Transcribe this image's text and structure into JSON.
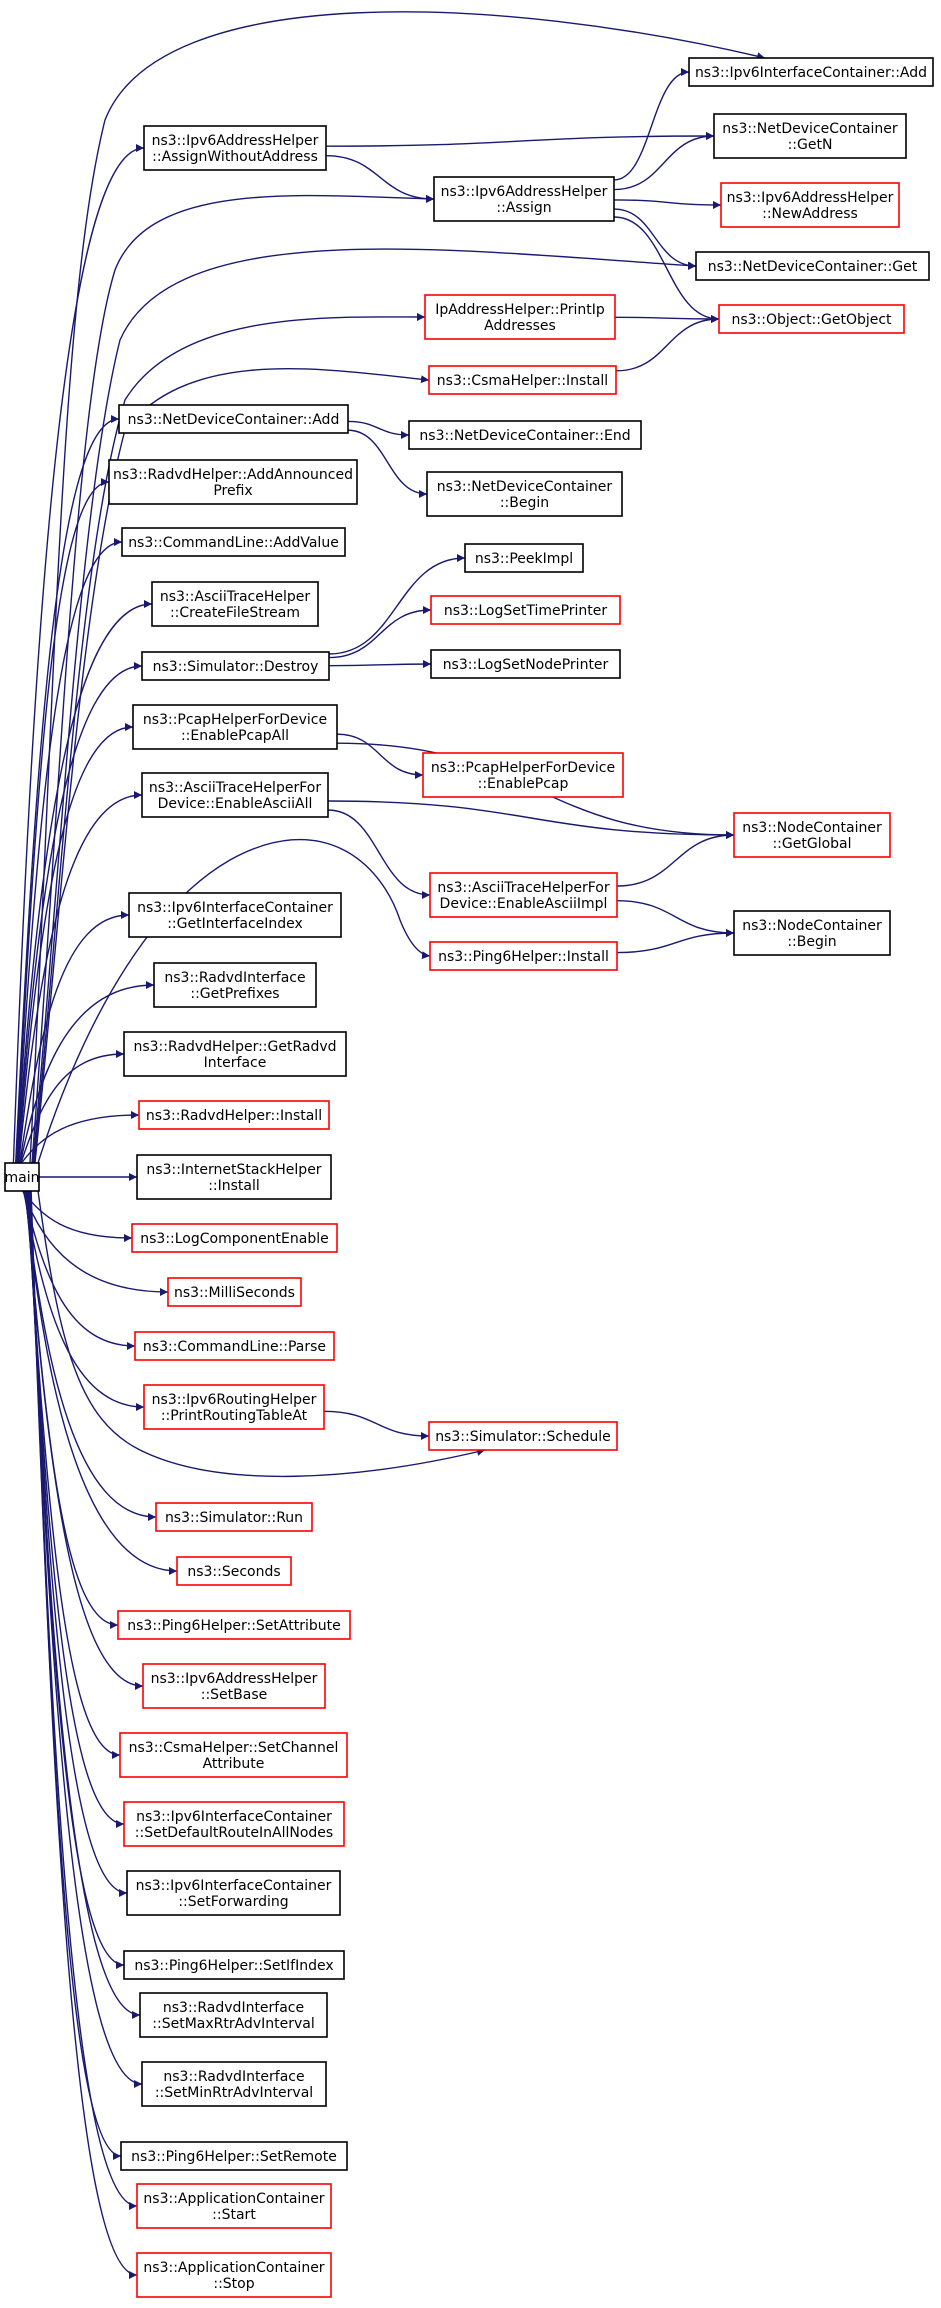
{
  "colors": {
    "edge": "#191970",
    "documented_border": "#000000",
    "undocumented_border": "#ff0000",
    "root_fill": "#bfbfbf"
  },
  "nodes": [
    {
      "id": "main",
      "lines": [
        "main"
      ],
      "kind": "root"
    },
    {
      "id": "ipv6ic_add",
      "lines": [
        "ns3::Ipv6InterfaceContainer::Add"
      ],
      "kind": "black"
    },
    {
      "id": "ipv6ah_assignwo",
      "lines": [
        "ns3::Ipv6AddressHelper",
        "::AssignWithoutAddress"
      ],
      "kind": "black"
    },
    {
      "id": "ndc_getn",
      "lines": [
        "ns3::NetDeviceContainer",
        "::GetN"
      ],
      "kind": "black"
    },
    {
      "id": "ipv6ah_assign",
      "lines": [
        "ns3::Ipv6AddressHelper",
        "::Assign"
      ],
      "kind": "black"
    },
    {
      "id": "ipv6ah_newaddr",
      "lines": [
        "ns3::Ipv6AddressHelper",
        "::NewAddress"
      ],
      "kind": "red"
    },
    {
      "id": "ndc_get",
      "lines": [
        "ns3::NetDeviceContainer::Get"
      ],
      "kind": "black"
    },
    {
      "id": "iah_printip",
      "lines": [
        "IpAddressHelper::PrintIp",
        "Addresses"
      ],
      "kind": "red"
    },
    {
      "id": "obj_getobject",
      "lines": [
        "ns3::Object::GetObject"
      ],
      "kind": "red"
    },
    {
      "id": "csma_install",
      "lines": [
        "ns3::CsmaHelper::Install"
      ],
      "kind": "red"
    },
    {
      "id": "ndc_add",
      "lines": [
        "ns3::NetDeviceContainer::Add"
      ],
      "kind": "black"
    },
    {
      "id": "ndc_end",
      "lines": [
        "ns3::NetDeviceContainer::End"
      ],
      "kind": "black"
    },
    {
      "id": "ndc_begin",
      "lines": [
        "ns3::NetDeviceContainer",
        "::Begin"
      ],
      "kind": "black"
    },
    {
      "id": "radvd_addprefix",
      "lines": [
        "ns3::RadvdHelper::AddAnnounced",
        "Prefix"
      ],
      "kind": "black"
    },
    {
      "id": "cmd_addvalue",
      "lines": [
        "ns3::CommandLine::AddValue"
      ],
      "kind": "black"
    },
    {
      "id": "peekimpl",
      "lines": [
        "ns3::PeekImpl"
      ],
      "kind": "black"
    },
    {
      "id": "ath_createfile",
      "lines": [
        "ns3::AsciiTraceHelper",
        "::CreateFileStream"
      ],
      "kind": "black"
    },
    {
      "id": "logsettime",
      "lines": [
        "ns3::LogSetTimePrinter"
      ],
      "kind": "red"
    },
    {
      "id": "sim_destroy",
      "lines": [
        "ns3::Simulator::Destroy"
      ],
      "kind": "black"
    },
    {
      "id": "logsetnode",
      "lines": [
        "ns3::LogSetNodePrinter"
      ],
      "kind": "black"
    },
    {
      "id": "pcap_enableall",
      "lines": [
        "ns3::PcapHelperForDevice",
        "::EnablePcapAll"
      ],
      "kind": "black"
    },
    {
      "id": "pcap_enable",
      "lines": [
        "ns3::PcapHelperForDevice",
        "::EnablePcap"
      ],
      "kind": "red"
    },
    {
      "id": "ascii_enableall",
      "lines": [
        "ns3::AsciiTraceHelperFor",
        "Device::EnableAsciiAll"
      ],
      "kind": "black"
    },
    {
      "id": "nc_getglobal",
      "lines": [
        "ns3::NodeContainer",
        "::GetGlobal"
      ],
      "kind": "red"
    },
    {
      "id": "ascii_enableimpl",
      "lines": [
        "ns3::AsciiTraceHelperFor",
        "Device::EnableAsciiImpl"
      ],
      "kind": "red"
    },
    {
      "id": "ipv6ic_getidx",
      "lines": [
        "ns3::Ipv6InterfaceContainer",
        "::GetInterfaceIndex"
      ],
      "kind": "black"
    },
    {
      "id": "nc_begin",
      "lines": [
        "ns3::NodeContainer",
        "::Begin"
      ],
      "kind": "black"
    },
    {
      "id": "ping6_install",
      "lines": [
        "ns3::Ping6Helper::Install"
      ],
      "kind": "red"
    },
    {
      "id": "radvdi_getprefixes",
      "lines": [
        "ns3::RadvdInterface",
        "::GetPrefixes"
      ],
      "kind": "black"
    },
    {
      "id": "radvd_getif",
      "lines": [
        "ns3::RadvdHelper::GetRadvd",
        "Interface"
      ],
      "kind": "black"
    },
    {
      "id": "radvd_install",
      "lines": [
        "ns3::RadvdHelper::Install"
      ],
      "kind": "red"
    },
    {
      "id": "ish_install",
      "lines": [
        "ns3::InternetStackHelper",
        "::Install"
      ],
      "kind": "black"
    },
    {
      "id": "logcomp",
      "lines": [
        "ns3::LogComponentEnable"
      ],
      "kind": "red"
    },
    {
      "id": "millis",
      "lines": [
        "ns3::MilliSeconds"
      ],
      "kind": "red"
    },
    {
      "id": "cmd_parse",
      "lines": [
        "ns3::CommandLine::Parse"
      ],
      "kind": "red"
    },
    {
      "id": "ipv6rh_print",
      "lines": [
        "ns3::Ipv6RoutingHelper",
        "::PrintRoutingTableAt"
      ],
      "kind": "red"
    },
    {
      "id": "sim_schedule",
      "lines": [
        "ns3::Simulator::Schedule"
      ],
      "kind": "red"
    },
    {
      "id": "sim_run",
      "lines": [
        "ns3::Simulator::Run"
      ],
      "kind": "red"
    },
    {
      "id": "seconds",
      "lines": [
        "ns3::Seconds"
      ],
      "kind": "red"
    },
    {
      "id": "ping6_setattr",
      "lines": [
        "ns3::Ping6Helper::SetAttribute"
      ],
      "kind": "red"
    },
    {
      "id": "ipv6ah_setbase",
      "lines": [
        "ns3::Ipv6AddressHelper",
        "::SetBase"
      ],
      "kind": "red"
    },
    {
      "id": "csma_setchannel",
      "lines": [
        "ns3::CsmaHelper::SetChannel",
        "Attribute"
      ],
      "kind": "red"
    },
    {
      "id": "ipv6ic_setdefault",
      "lines": [
        "ns3::Ipv6InterfaceContainer",
        "::SetDefaultRouteInAllNodes"
      ],
      "kind": "red"
    },
    {
      "id": "ipv6ic_setfwd",
      "lines": [
        "ns3::Ipv6InterfaceContainer",
        "::SetForwarding"
      ],
      "kind": "black"
    },
    {
      "id": "ping6_setif",
      "lines": [
        "ns3::Ping6Helper::SetIfIndex"
      ],
      "kind": "black"
    },
    {
      "id": "radvdi_setmax",
      "lines": [
        "ns3::RadvdInterface",
        "::SetMaxRtrAdvInterval"
      ],
      "kind": "black"
    },
    {
      "id": "radvdi_setmin",
      "lines": [
        "ns3::RadvdInterface",
        "::SetMinRtrAdvInterval"
      ],
      "kind": "black"
    },
    {
      "id": "ping6_setremote",
      "lines": [
        "ns3::Ping6Helper::SetRemote"
      ],
      "kind": "black"
    },
    {
      "id": "ac_start",
      "lines": [
        "ns3::ApplicationContainer",
        "::Start"
      ],
      "kind": "red"
    },
    {
      "id": "ac_stop",
      "lines": [
        "ns3::ApplicationContainer",
        "::Stop"
      ],
      "kind": "red"
    }
  ],
  "edges": [
    [
      "main",
      "ipv6ic_add"
    ],
    [
      "main",
      "ipv6ah_assignwo"
    ],
    [
      "main",
      "ipv6ah_assign"
    ],
    [
      "main",
      "ndc_get"
    ],
    [
      "main",
      "iah_printip"
    ],
    [
      "main",
      "csma_install"
    ],
    [
      "main",
      "ndc_add"
    ],
    [
      "main",
      "radvd_addprefix"
    ],
    [
      "main",
      "cmd_addvalue"
    ],
    [
      "main",
      "ath_createfile"
    ],
    [
      "main",
      "sim_destroy"
    ],
    [
      "main",
      "pcap_enableall"
    ],
    [
      "main",
      "ascii_enableall"
    ],
    [
      "main",
      "ping6_install"
    ],
    [
      "main",
      "ipv6ic_getidx"
    ],
    [
      "main",
      "radvdi_getprefixes"
    ],
    [
      "main",
      "radvd_getif"
    ],
    [
      "main",
      "radvd_install"
    ],
    [
      "main",
      "ish_install"
    ],
    [
      "main",
      "logcomp"
    ],
    [
      "main",
      "millis"
    ],
    [
      "main",
      "cmd_parse"
    ],
    [
      "main",
      "ipv6rh_print"
    ],
    [
      "main",
      "sim_schedule"
    ],
    [
      "main",
      "sim_run"
    ],
    [
      "main",
      "seconds"
    ],
    [
      "main",
      "ping6_setattr"
    ],
    [
      "main",
      "ipv6ah_setbase"
    ],
    [
      "main",
      "csma_setchannel"
    ],
    [
      "main",
      "ipv6ic_setdefault"
    ],
    [
      "main",
      "ipv6ic_setfwd"
    ],
    [
      "main",
      "ping6_setif"
    ],
    [
      "main",
      "radvdi_setmax"
    ],
    [
      "main",
      "radvdi_setmin"
    ],
    [
      "main",
      "ping6_setremote"
    ],
    [
      "main",
      "ac_start"
    ],
    [
      "main",
      "ac_stop"
    ],
    [
      "ipv6ah_assignwo",
      "ndc_getn"
    ],
    [
      "ipv6ah_assignwo",
      "ipv6ah_assign"
    ],
    [
      "ipv6ah_assign",
      "ipv6ic_add"
    ],
    [
      "ipv6ah_assign",
      "ndc_getn"
    ],
    [
      "ipv6ah_assign",
      "ipv6ah_newaddr"
    ],
    [
      "ipv6ah_assign",
      "ndc_get"
    ],
    [
      "ipv6ah_assign",
      "obj_getobject"
    ],
    [
      "iah_printip",
      "obj_getobject"
    ],
    [
      "csma_install",
      "obj_getobject"
    ],
    [
      "ndc_add",
      "ndc_end"
    ],
    [
      "ndc_add",
      "ndc_begin"
    ],
    [
      "sim_destroy",
      "peekimpl"
    ],
    [
      "sim_destroy",
      "logsettime"
    ],
    [
      "sim_destroy",
      "logsetnode"
    ],
    [
      "pcap_enableall",
      "pcap_enable"
    ],
    [
      "pcap_enableall",
      "nc_getglobal"
    ],
    [
      "ascii_enableall",
      "nc_getglobal"
    ],
    [
      "ascii_enableall",
      "ascii_enableimpl"
    ],
    [
      "ascii_enableimpl",
      "nc_getglobal"
    ],
    [
      "ascii_enableimpl",
      "nc_begin"
    ],
    [
      "ping6_install",
      "nc_begin"
    ],
    [
      "ipv6rh_print",
      "sim_schedule"
    ]
  ]
}
